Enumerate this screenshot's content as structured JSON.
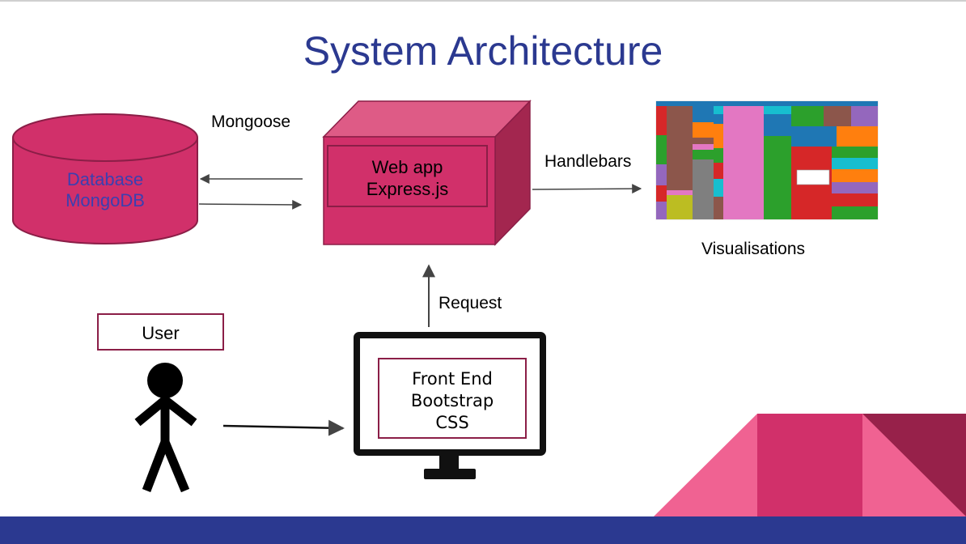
{
  "title": "System Architecture",
  "colors": {
    "title": "#2b3990",
    "db_fill": "#d1306a",
    "db_text": "#3b3fb0",
    "cube_front": "#d1306a",
    "cube_top": "#de5b86",
    "cube_side": "#a3264f",
    "border": "#8b1e47",
    "footer_bar": "#2b3990",
    "deco_pink": "#f06292",
    "deco_mid": "#d1306a",
    "deco_dark": "#97214a"
  },
  "database": {
    "line1": "Database",
    "line2": "MongoDB"
  },
  "webapp": {
    "line1": "Web app",
    "line2": "Express.js"
  },
  "labels": {
    "mongoose": "Mongoose",
    "handlebars": "Handlebars",
    "visualisations": "Visualisations",
    "request": "Request"
  },
  "user": {
    "label": "User"
  },
  "frontend": {
    "line1": "Front End",
    "line2": "Bootstrap",
    "line3": "CSS"
  },
  "icons": {
    "database": "database-cylinder-icon",
    "server": "cube-icon",
    "user": "stick-figure-icon",
    "monitor": "monitor-icon",
    "visualisation": "treemap-icon"
  }
}
